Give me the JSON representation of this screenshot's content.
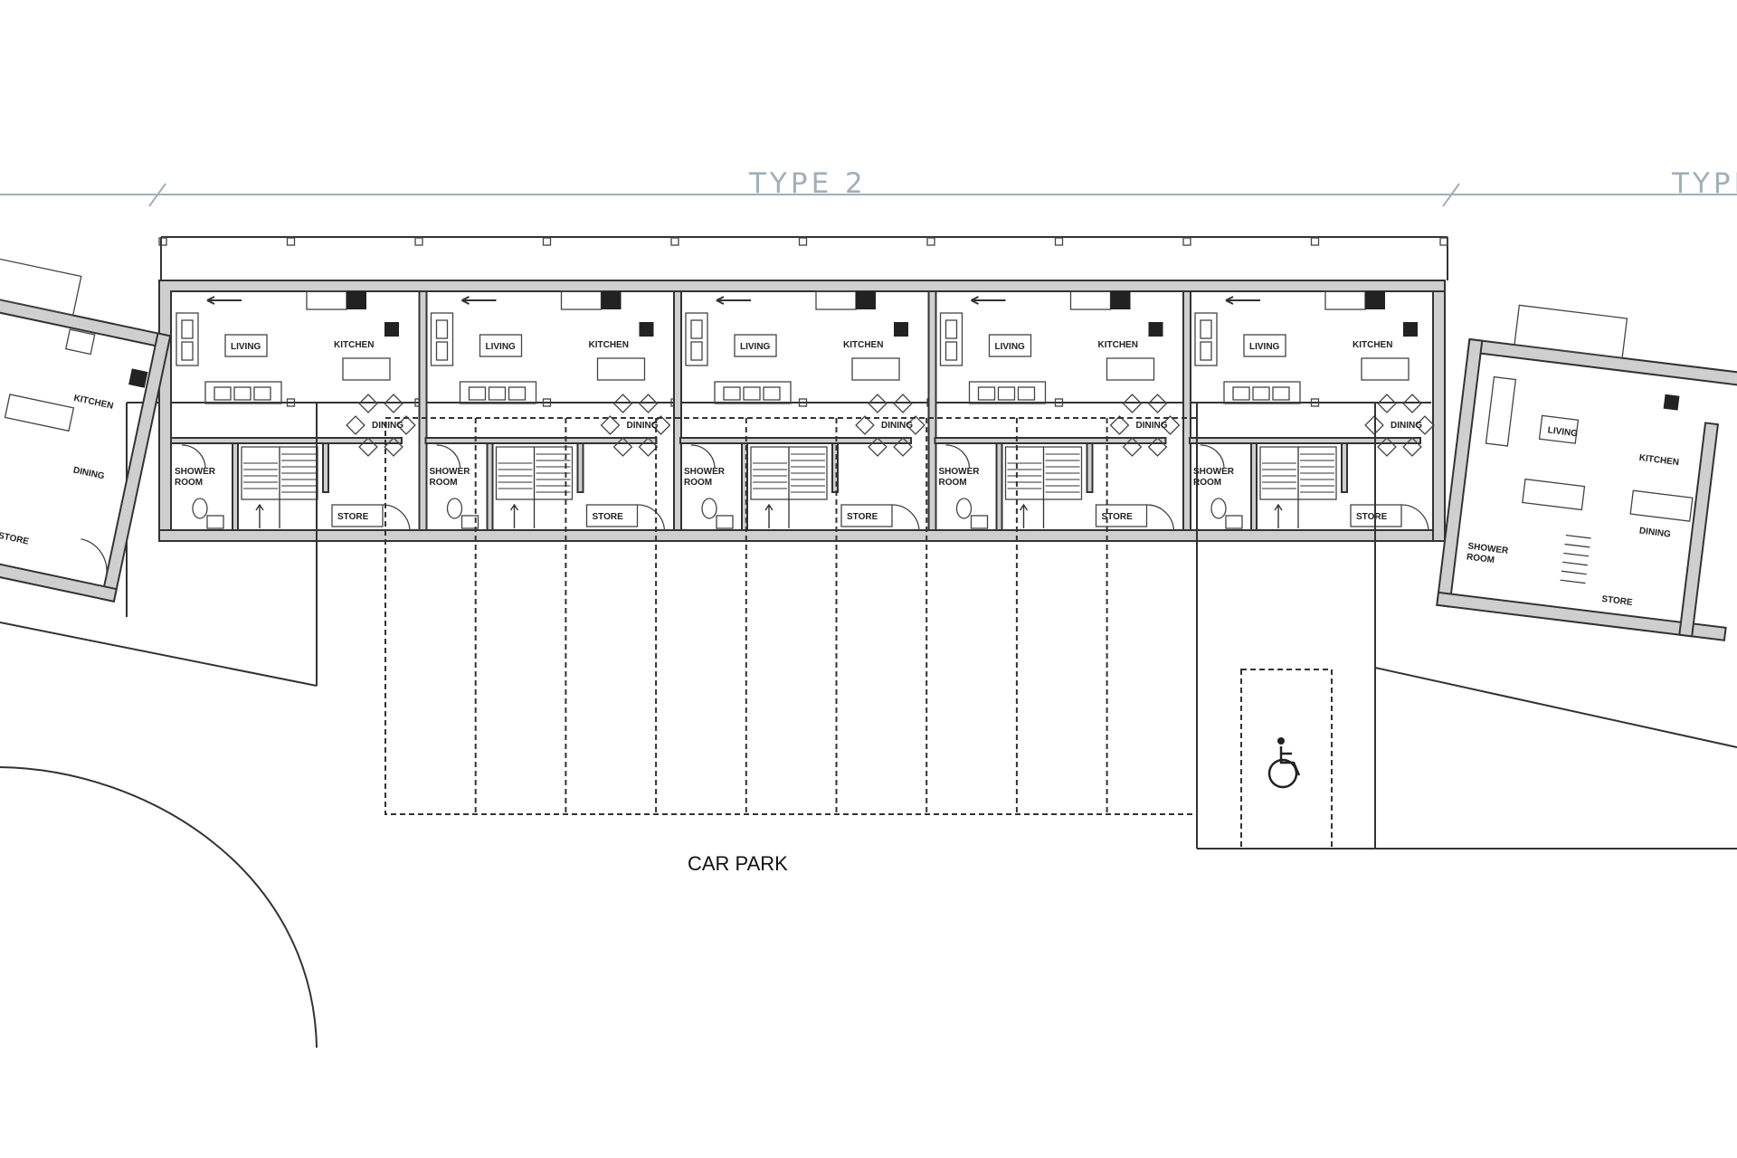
{
  "dimensions": {
    "left_label": "TYPE 2",
    "right_label": "TYPE"
  },
  "unit_labels": {
    "living": "LIVING",
    "kitchen": "KITCHEN",
    "dining": "DINING",
    "shower_line1": "SHOWER",
    "shower_line2": "ROOM",
    "store": "STORE"
  },
  "car_park_label": "CAR PARK",
  "accessible_icon": "wheelchair-icon",
  "terrace_units": 5
}
